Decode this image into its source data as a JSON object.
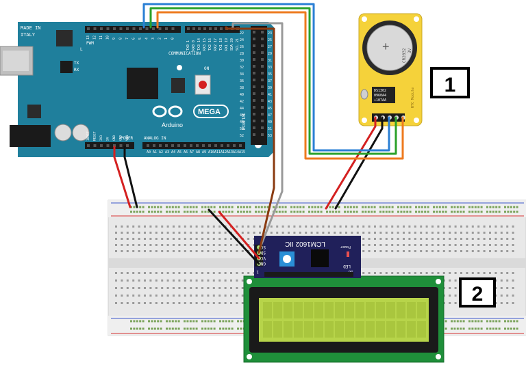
{
  "arduino": {
    "made_in_line1": "MADE IN",
    "made_in_line2": "ITALY",
    "model": "MEGA",
    "brand": "Arduino",
    "pwm_label": "PWM",
    "communication_label": "COMMUNICATION",
    "power_label": "POWER",
    "analog_label": "ANALOG IN",
    "digital_label": "DIGITAL",
    "on_label": "ON",
    "tx_label": "TX",
    "rx_label": "RX",
    "l_label": "L",
    "pwm_pins": [
      "7",
      "6",
      "5",
      "4",
      "3",
      "2",
      "1",
      "0"
    ],
    "pwm_pins_right": [
      "13",
      "12",
      "11",
      "10",
      "9",
      "8"
    ],
    "comm_pins": [
      "TX0 1",
      "RX0 0",
      "TX3 14",
      "RX3 15",
      "TX2 16",
      "RX2 17",
      "TX1 18",
      "RX1 19",
      "SDA 20",
      "SCL 21"
    ],
    "digital_pairs": [
      [
        "22",
        "23"
      ],
      [
        "24",
        "25"
      ],
      [
        "26",
        "27"
      ],
      [
        "28",
        "29"
      ],
      [
        "30",
        "31"
      ],
      [
        "32",
        "33"
      ],
      [
        "34",
        "35"
      ],
      [
        "36",
        "37"
      ],
      [
        "38",
        "39"
      ],
      [
        "40",
        "41"
      ],
      [
        "42",
        "43"
      ],
      [
        "44",
        "45"
      ],
      [
        "46",
        "47"
      ],
      [
        "48",
        "49"
      ],
      [
        "50",
        "51"
      ],
      [
        "52",
        "53"
      ]
    ],
    "power_pins": [
      "IOREF",
      "RESET",
      "3V3",
      "5V",
      "GND",
      "GND",
      "VIN"
    ],
    "analog_pins": [
      "A0",
      "A1",
      "A2",
      "A3",
      "A4",
      "A5",
      "A6",
      "A7",
      "A8",
      "A9",
      "A10",
      "A11",
      "A12",
      "A13",
      "A14",
      "A15"
    ]
  },
  "rtc": {
    "battery": "CR2032",
    "battery_voltage": "3V",
    "plus": "+",
    "chip_line1": "DS1302",
    "chip_line2": "0960A4",
    "chip_line3": "+107AA",
    "side_text": "RTC Module"
  },
  "i2c": {
    "title": "LCM1602 IIC",
    "pins": [
      "SCL",
      "SDA",
      "VCC",
      "GND"
    ],
    "pin_1": "1",
    "pin_16": "16",
    "led": "LED",
    "power": "Power"
  },
  "markers": {
    "rtc": "1",
    "lcd": "2"
  },
  "colors": {
    "arduino_board": "#1f7f9c",
    "rtc_board": "#f5d23a",
    "i2c_board": "#20205a",
    "lcd_board": "#1f8f3a",
    "lcd_screen": "#b7d44a",
    "breadboard": "#e9e9e9",
    "wire_red": "#d42020",
    "wire_black": "#111111",
    "wire_blue": "#2a7fd4",
    "wire_green": "#2aa12a",
    "wire_orange": "#ee7a1e",
    "wire_brown": "#8a3a10",
    "wire_gray": "#9a9a9a"
  }
}
